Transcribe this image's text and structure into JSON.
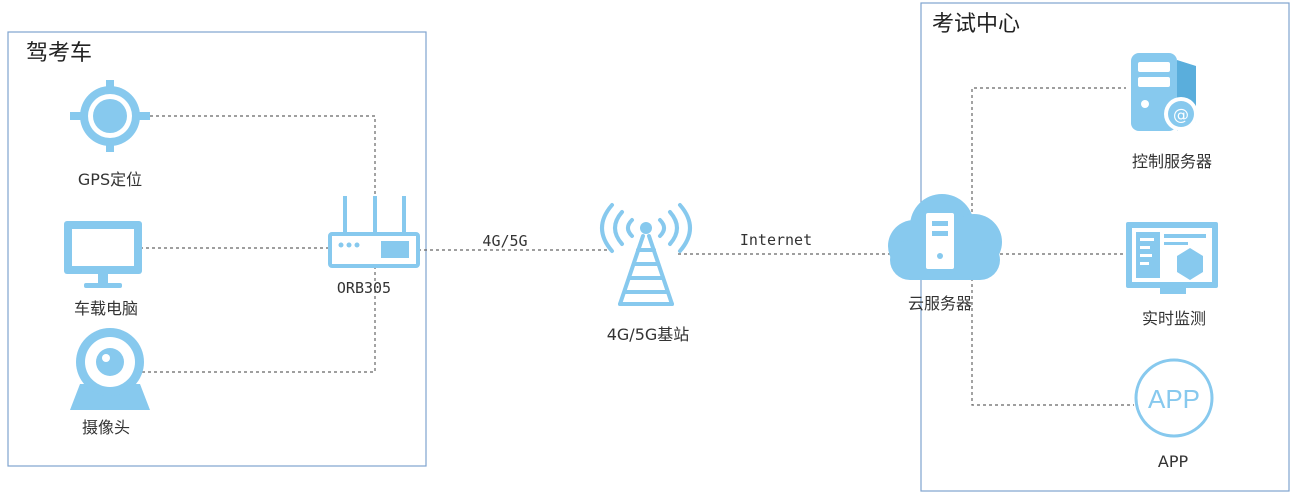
{
  "groups": {
    "car": {
      "title": "驾考车"
    },
    "center": {
      "title": "考试中心"
    }
  },
  "nodes": {
    "gps": {
      "label": "GPS定位",
      "icon": "gps-target-icon"
    },
    "computer": {
      "label": "车载电脑",
      "icon": "monitor-icon"
    },
    "camera": {
      "label": "摄像头",
      "icon": "webcam-icon"
    },
    "router": {
      "label": "ORB305",
      "icon": "router-icon"
    },
    "tower": {
      "label": "4G/5G基站",
      "icon": "cell-tower-icon"
    },
    "cloud": {
      "label": "云服务器",
      "icon": "cloud-server-icon"
    },
    "control": {
      "label": "控制服务器",
      "icon": "server-icon"
    },
    "monitor": {
      "label": "实时监测",
      "icon": "dashboard-icon"
    },
    "app": {
      "label": "APP",
      "icon": "app-circle-icon",
      "badge": "APP"
    }
  },
  "links": {
    "router_tower": "4G/5G",
    "tower_cloud": "Internet"
  },
  "colors": {
    "icon": "#87c9ee",
    "icon_dark": "#5aaedc",
    "group_border": "#7fa4cf",
    "dashed": "#666666"
  }
}
